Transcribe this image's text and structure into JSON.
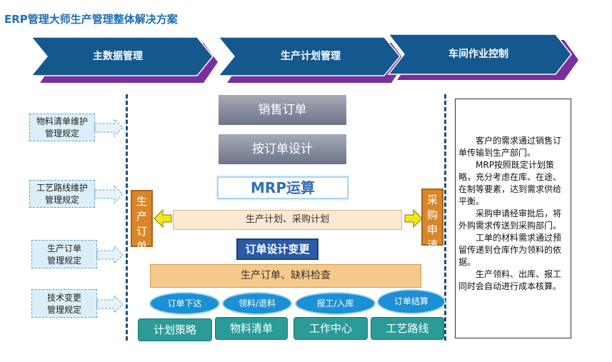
{
  "page_title": "ERP管理大师生产管理整体解决方案",
  "stages": [
    "主数据管理",
    "生产计划管理",
    "车间作业控制"
  ],
  "left_notes": [
    [
      "物料清单维护",
      "管理规定"
    ],
    [
      "工艺路线维护",
      "管理规定"
    ],
    [
      "生产订单",
      "管理规定"
    ],
    [
      "技术变更",
      "管理规定"
    ]
  ],
  "flow": {
    "sales_order": "销售订单",
    "order_design": "按订单设计",
    "mrp": "MRP运算",
    "plan": "生产计划、采购计划",
    "design_change": "订单设计变更",
    "check": "生产订单、缺料检查"
  },
  "side_labels": {
    "left": [
      "生",
      "产",
      "订",
      "单"
    ],
    "right": [
      "采",
      "购",
      "申",
      "请"
    ]
  },
  "ellipses": [
    "订单下达",
    "领料/退料",
    "报工/入库",
    "订单结算"
  ],
  "bases": [
    "计划策略",
    "物料清单",
    "工作中心",
    "工艺路线"
  ],
  "description": [
    "客户的需求通过销售订单传输到生产部门。",
    "MRP按照既定计划策略，充分考虑在库、在途、在制等要素，达到需求供给平衡。",
    "采购申请经审批后，将外购需求传送到采购部门。",
    "工单的材料需求通过预留传递到仓库作为领料的依据。",
    "生产领料、出库、报工同时会自动进行成本核算。"
  ]
}
